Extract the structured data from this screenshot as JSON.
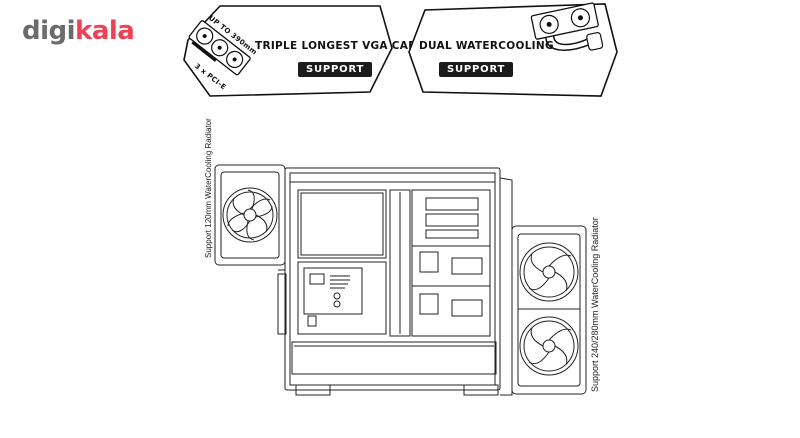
{
  "brand": {
    "part1": "digi",
    "part2": "kala",
    "colors": {
      "gray": "#6b6b6b",
      "red": "#ef4056"
    }
  },
  "badges": {
    "vga": {
      "title": "TRIPLE LONGEST VGA CARDS",
      "support": "SUPPORT",
      "length_note": "UP TO 390mm",
      "slot_note": "3 x PCI-E"
    },
    "water": {
      "title": "DUAL WATERCOOLING",
      "support": "SUPPORT"
    }
  },
  "radiators": {
    "left_label": "Support 120mm WaterCooling Radiator",
    "right_label": "Support 240/280mm WaterCooling Radiator"
  }
}
